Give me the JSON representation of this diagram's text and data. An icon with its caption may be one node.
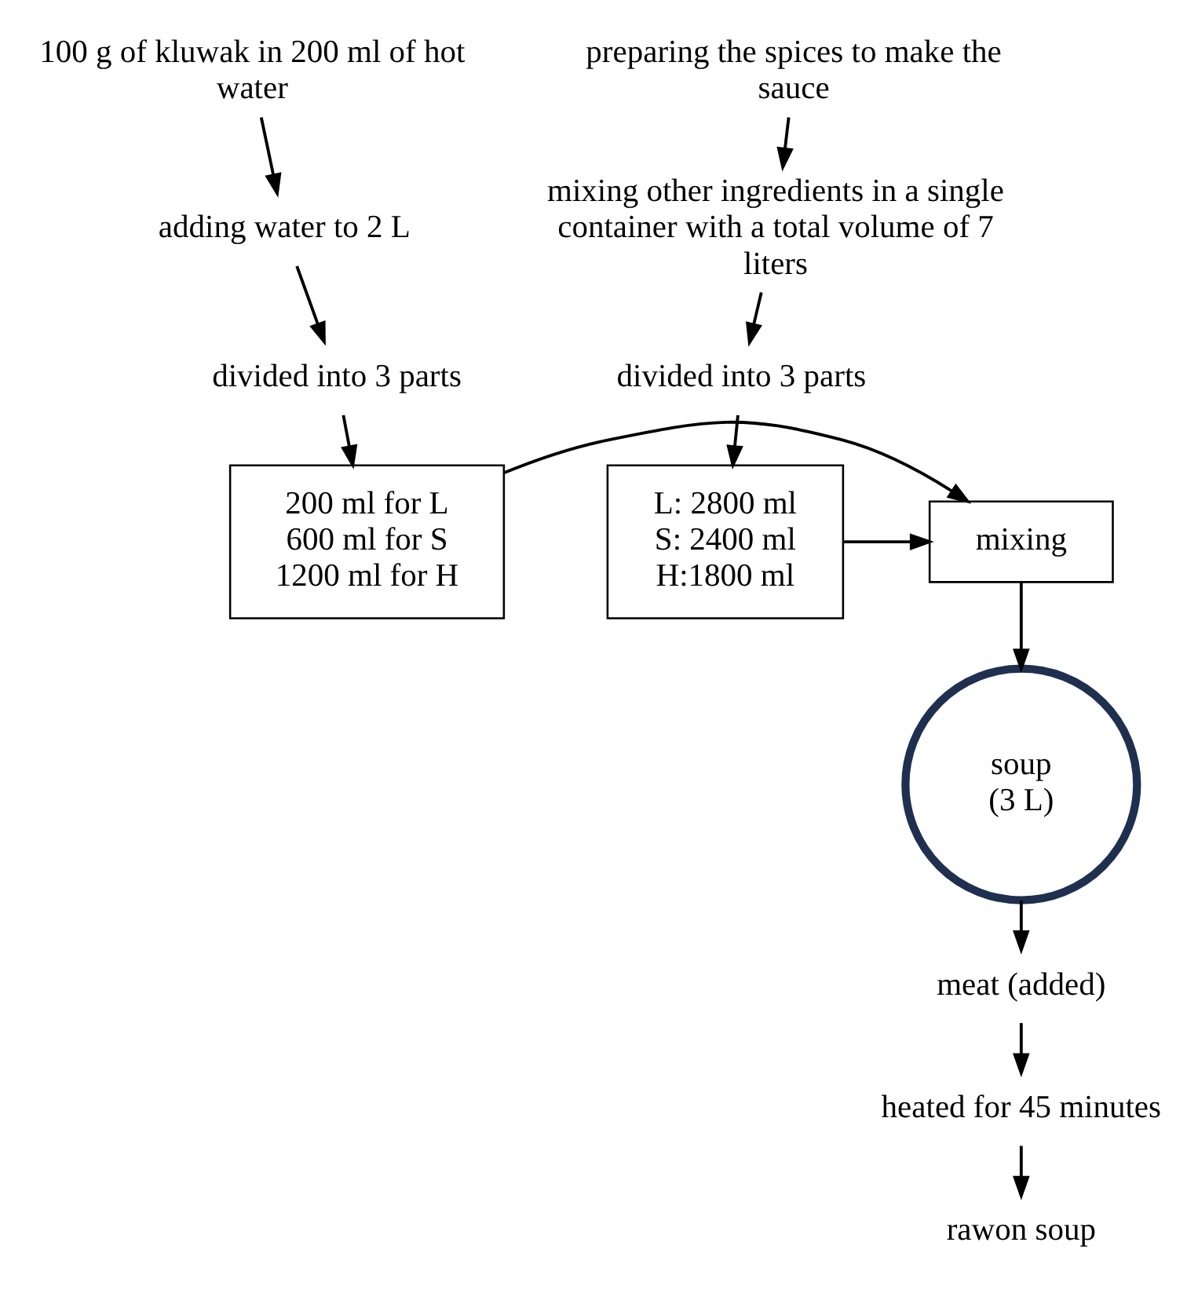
{
  "diagram": {
    "nodes": [
      {
        "text": [
          "100 g of kluwak in 200 ml of hot water"
        ]
      },
      {
        "text": [
          "adding water to 2 L"
        ]
      },
      {
        "text": [
          "divided into 3 parts"
        ]
      },
      {
        "text": [
          "200 ml for L",
          "600 ml for S",
          "1200 ml for H"
        ]
      },
      {
        "text": [
          "preparing the spices to make the sauce"
        ]
      },
      {
        "text": [
          "mixing other ingredients in a single container with a total volume of 7 liters"
        ]
      },
      {
        "text": [
          "divided into 3 parts"
        ]
      },
      {
        "text": [
          "L: 2800 ml",
          "S: 2400 ml",
          "H:1800 ml"
        ]
      },
      {
        "text": [
          "mixing"
        ]
      },
      {
        "text": [
          "soup",
          "(3 L)"
        ]
      },
      {
        "text": [
          "meat (added)"
        ]
      },
      {
        "text": [
          "heated for 45 minutes"
        ]
      },
      {
        "text": [
          "rawon soup"
        ]
      }
    ],
    "edges": [
      {
        "from": 0,
        "to": 1,
        "arrow": "to"
      },
      {
        "from": 1,
        "to": 2,
        "arrow": "to"
      },
      {
        "from": 2,
        "to": 3,
        "arrow": "to"
      },
      {
        "from": 4,
        "to": 5,
        "arrow": "to"
      },
      {
        "from": 5,
        "to": 6,
        "arrow": "to"
      },
      {
        "from": 6,
        "to": 7,
        "arrow": "to"
      },
      {
        "from": 3,
        "to": 8,
        "arrow": "to"
      },
      {
        "from": 7,
        "to": 8,
        "arrow": "to"
      },
      {
        "from": 8,
        "to": 9,
        "arrow": "to"
      },
      {
        "from": 9,
        "to": 10,
        "arrow": "to"
      },
      {
        "from": 10,
        "to": 11,
        "arrow": "to"
      },
      {
        "from": 11,
        "to": 12,
        "arrow": "to"
      }
    ]
  }
}
